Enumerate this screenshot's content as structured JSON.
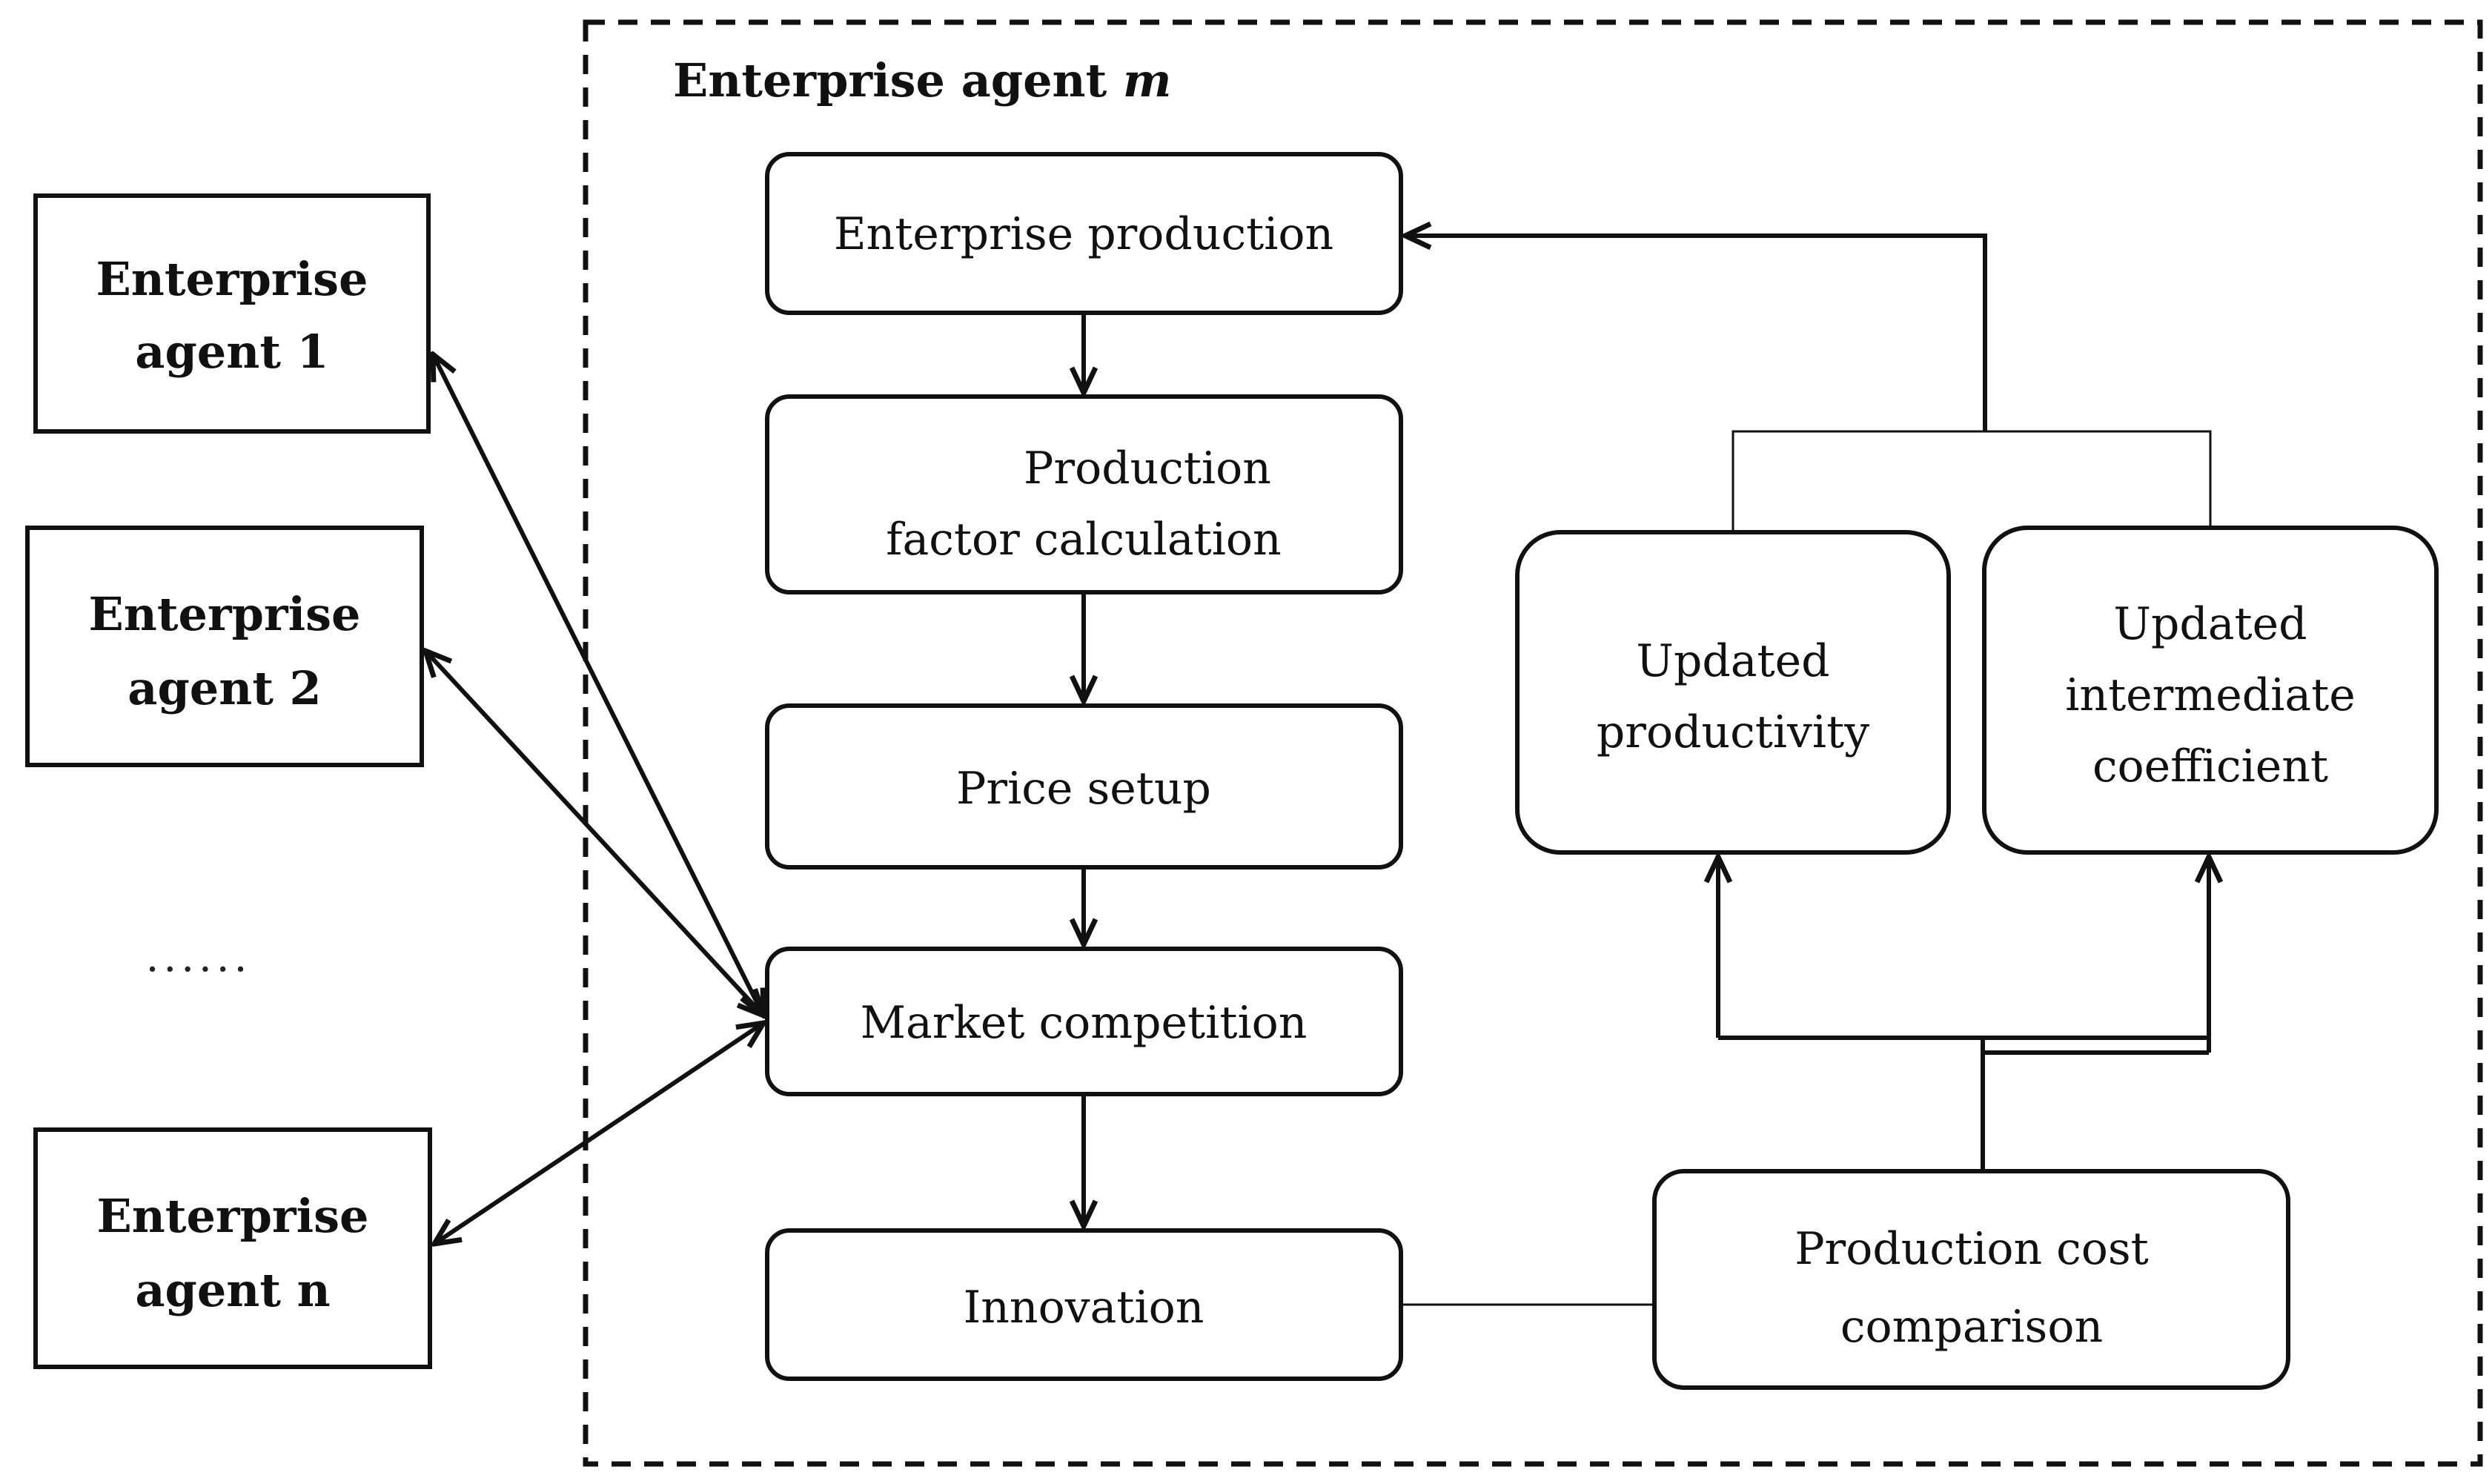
{
  "frame": {
    "title_prefix": "Enterprise agent ",
    "title_var": "m"
  },
  "external_agents": [
    {
      "line1": "Enterprise",
      "line2": "agent 1"
    },
    {
      "line1": "Enterprise",
      "line2": "agent 2"
    },
    {
      "line1": "Enterprise",
      "line2": "agent n"
    }
  ],
  "ellipsis": "......",
  "flow": {
    "enterprise_production": "Enterprise production",
    "factor_calc_line1": "Production",
    "factor_calc_line2": "factor calculation",
    "price_setup": "Price setup",
    "market_competition": "Market competition",
    "innovation": "Innovation"
  },
  "side": {
    "cost_comparison_line1": "Production cost",
    "cost_comparison_line2": "comparison",
    "updated_productivity_line1": "Updated",
    "updated_productivity_line2": "productivity",
    "updated_intermediate_line1": "Updated",
    "updated_intermediate_line2": "intermediate",
    "updated_intermediate_line3": "coefficient"
  }
}
